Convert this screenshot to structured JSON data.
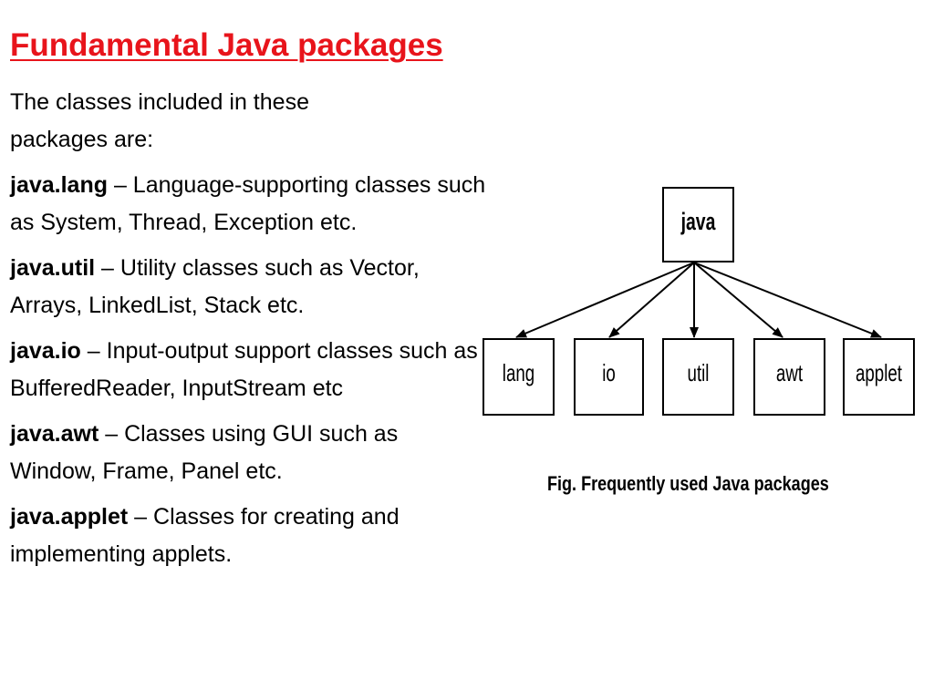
{
  "title": "Fundamental Java packages",
  "intro": "The classes included in these packages are:",
  "items": [
    {
      "term": "java.lang",
      "sep": " – ",
      "desc": "Language-supporting classes such as System, Thread, Exception etc."
    },
    {
      "term": "java.util",
      "sep": " – ",
      "desc": "Utility classes such as Vector, Arrays, LinkedList, Stack etc."
    },
    {
      "term": "java.io",
      "sep": " – ",
      "desc": "Input-output support classes such as BufferedReader, InputStream etc"
    },
    {
      "term": "java.awt",
      "sep": " – ",
      "desc": "Classes using GUI such as Window, Frame, Panel etc."
    },
    {
      "term": "java.applet",
      "sep": " – ",
      "desc": "Classes for creating and implementing applets."
    }
  ],
  "diagram": {
    "root": "java",
    "children": [
      "lang",
      "io",
      "util",
      "awt",
      "applet"
    ],
    "caption": "Fig. Frequently used Java packages"
  },
  "colors": {
    "title": "#e8141b",
    "text": "#000000",
    "background": "#ffffff"
  }
}
